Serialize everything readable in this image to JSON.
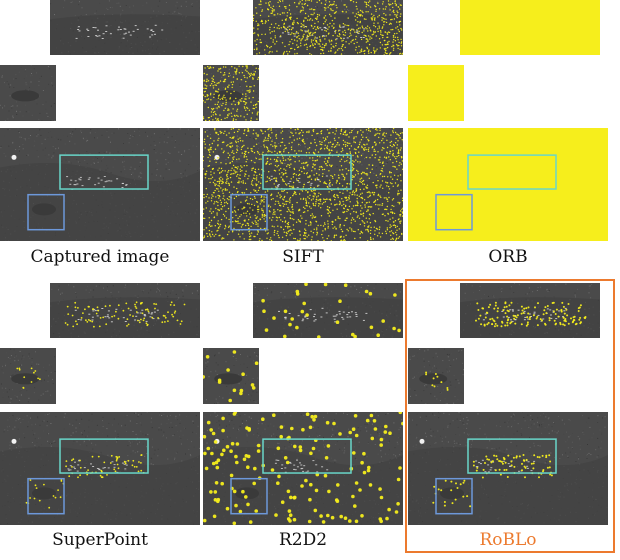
{
  "colors": {
    "keypoint": "#f6ee1c",
    "teal_box": "#69d6c9",
    "blue_box": "#6d98da",
    "highlight": "#ec7a2e",
    "caption": "#111111"
  },
  "figure": {
    "methods": [
      {
        "id": "captured",
        "caption": "Captured image",
        "caption_color": "#111111",
        "style": "none",
        "density": 0,
        "highlighted": false
      },
      {
        "id": "sift",
        "caption": "SIFT",
        "caption_color": "#111111",
        "style": "dense",
        "density": 1.0,
        "highlighted": false
      },
      {
        "id": "orb",
        "caption": "ORB",
        "caption_color": "#111111",
        "style": "saturated",
        "density": 1.0,
        "highlighted": false
      },
      {
        "id": "superpoint",
        "caption": "SuperPoint",
        "caption_color": "#111111",
        "style": "clustered",
        "density": 0.35,
        "highlighted": false
      },
      {
        "id": "r2d2",
        "caption": "R2D2",
        "caption_color": "#111111",
        "style": "sparse-large",
        "density": 0.3,
        "highlighted": false
      },
      {
        "id": "roblo",
        "caption": "RoBLo",
        "caption_color": "#ec7a2e",
        "style": "clustered-strong",
        "density": 0.6,
        "highlighted": true
      }
    ]
  }
}
